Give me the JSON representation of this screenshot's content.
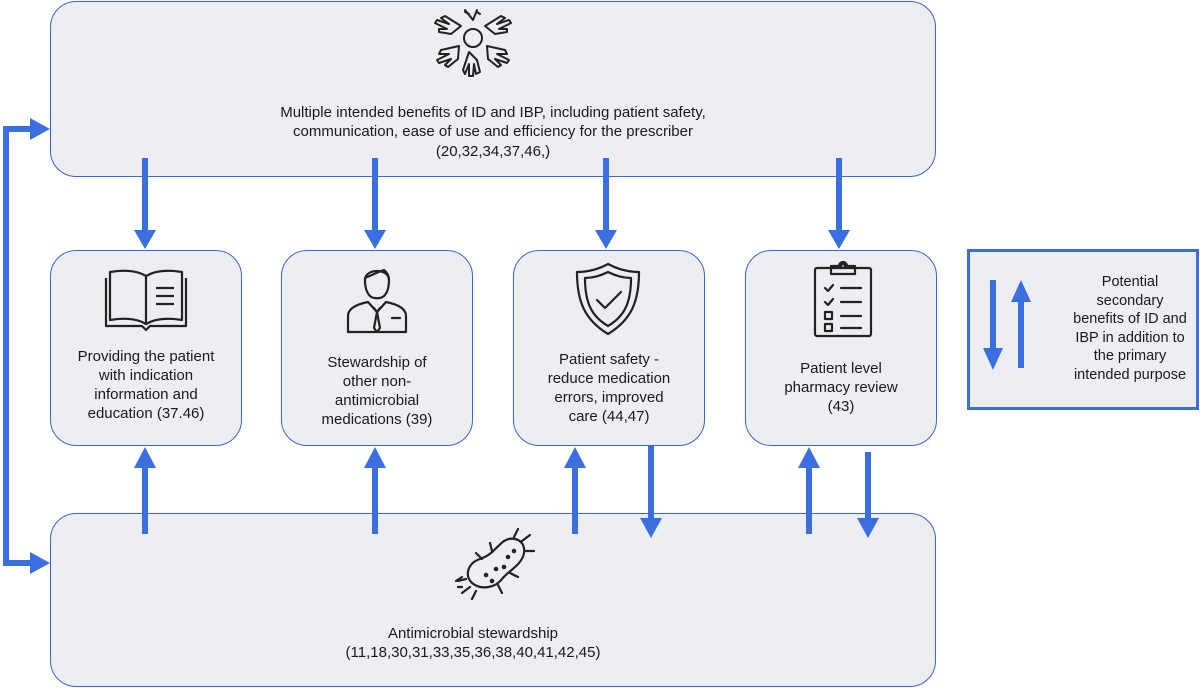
{
  "top_box": {
    "text": "Multiple intended benefits of ID and IBP, including patient safety,\ncommunication, ease of use and efficiency for the prescriber",
    "refs": "(20,32,34,37,46,)",
    "icon": "hands-together-icon"
  },
  "middle_boxes": [
    {
      "text": "Providing the patient\nwith indication\ninformation and\neducation (37.46)",
      "icon": "open-book-icon"
    },
    {
      "text": "Stewardship of\nother non-\nantimicrobial\nmedications (39)",
      "icon": "person-suit-icon"
    },
    {
      "text": "Patient safety -\nreduce medication\nerrors, improved\ncare (44,47)",
      "icon": "shield-check-icon"
    },
    {
      "text": "Patient level\npharmacy review\n(43)",
      "icon": "clipboard-checklist-icon"
    }
  ],
  "bottom_box": {
    "text": "Antimicrobial stewardship",
    "refs": "(11,18,30,31,33,35,36,38,40,41,42,45)",
    "icon": "bacterium-icon"
  },
  "legend": {
    "text": "Potential\nsecondary\nbenefits of ID and\nIBP in addition to\nthe primary\nintended purpose",
    "icon": "up-down-arrows-icon"
  },
  "colors": {
    "arrow": "#3b6ee0",
    "border": "#3567d6",
    "fill": "#eceef1"
  }
}
